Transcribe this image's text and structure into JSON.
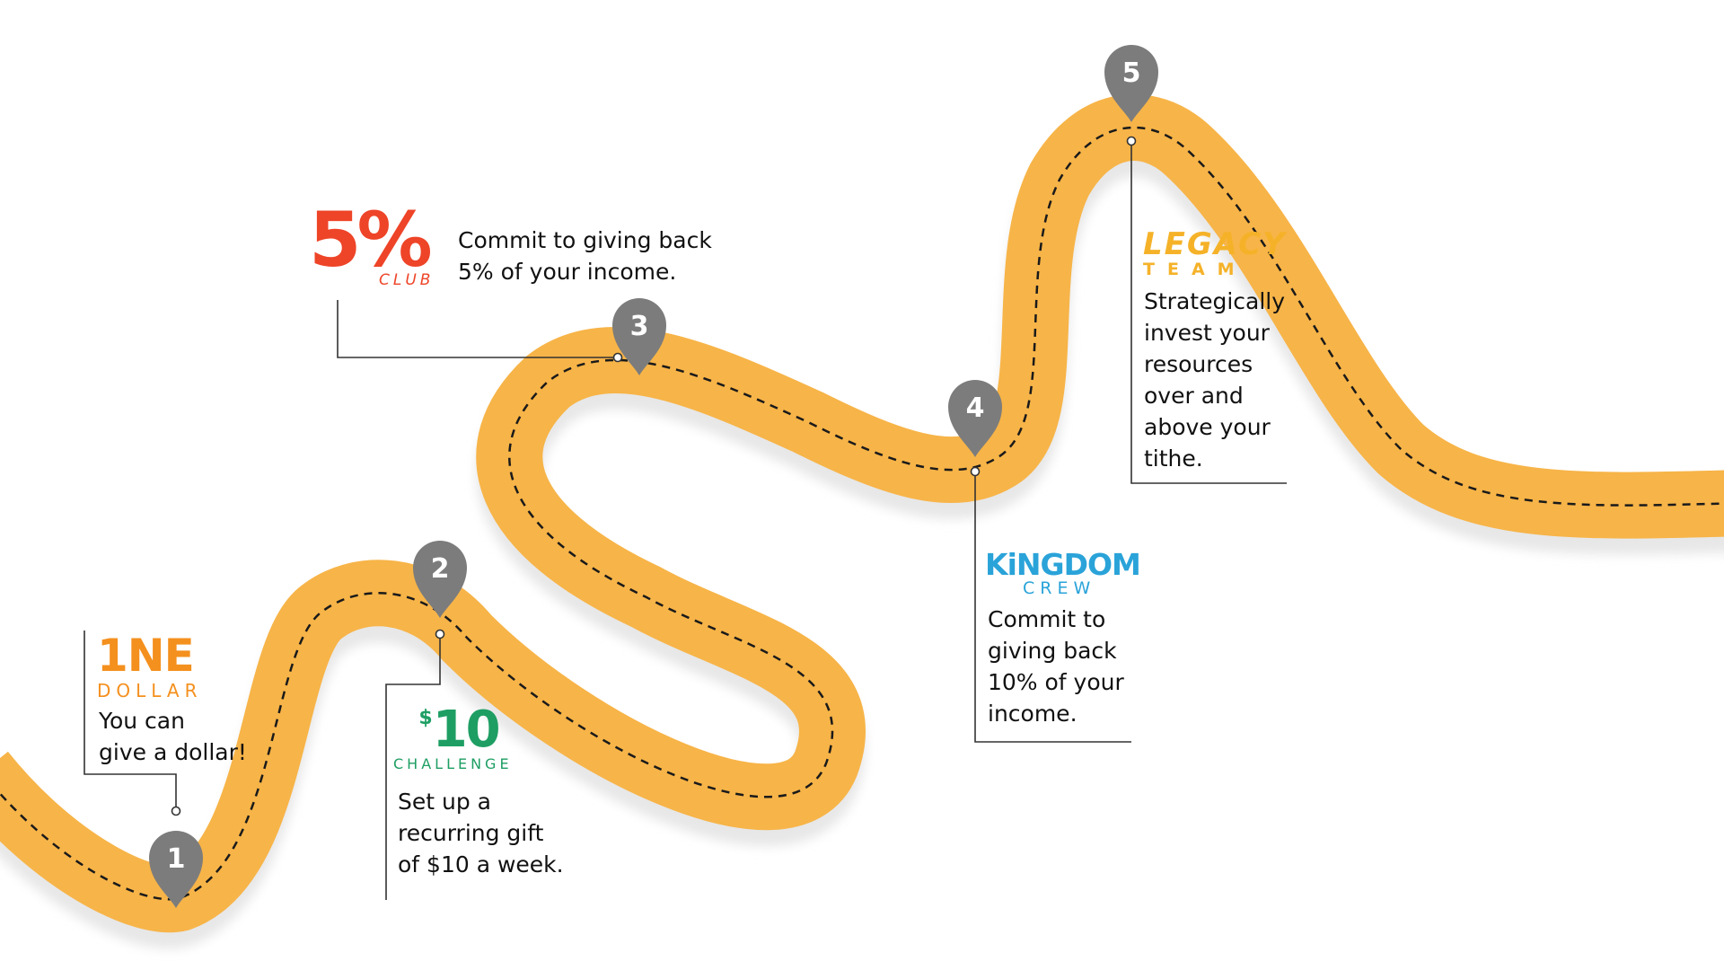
{
  "colors": {
    "road": "#f7b448",
    "road_shadow": "#e7e7e7",
    "dash": "#1a1a1a",
    "marker": "#7c7c7c",
    "connector": "#333333",
    "one_dollar": "#f4901e",
    "ten_challenge": "#1e9e63",
    "five_club": "#ee4428",
    "kingdom": "#2aa3d9",
    "legacy": "#f5b229"
  },
  "markers": [
    {
      "number": "1"
    },
    {
      "number": "2"
    },
    {
      "number": "3"
    },
    {
      "number": "4"
    },
    {
      "number": "5"
    }
  ],
  "steps": {
    "one_dollar": {
      "logo_main": "1NE",
      "logo_sub": "DOLLAR",
      "lines": [
        "You can",
        "give a dollar!"
      ]
    },
    "ten_challenge": {
      "logo_currency": "$",
      "logo_main": "10",
      "logo_sub": "CHALLENGE",
      "lines": [
        "Set up a",
        "recurring gift",
        "of $10 a week."
      ]
    },
    "five_club": {
      "logo_main": "5%",
      "logo_sub": "CLUB",
      "lines": [
        "Commit to giving back",
        "5% of your income."
      ]
    },
    "kingdom_crew": {
      "logo_main": "KiNGDOM",
      "logo_sub": "CREW",
      "lines": [
        "Commit to",
        "giving back",
        "10% of your",
        "income."
      ]
    },
    "legacy_team": {
      "logo_main": "LEGACY",
      "logo_sub": "TEAM",
      "lines": [
        "Strategically",
        "invest your",
        "resources",
        "over and",
        "above your",
        "tithe."
      ]
    }
  }
}
